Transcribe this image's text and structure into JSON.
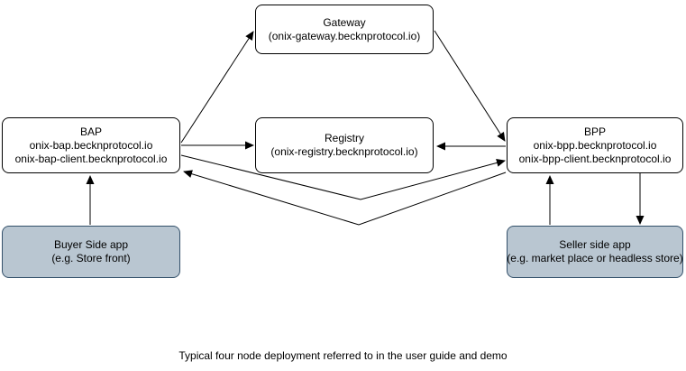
{
  "diagram": {
    "caption": "Typical four node deployment referred to in the user guide and demo",
    "nodes": {
      "gateway": {
        "title": "Gateway",
        "line2": "(onix-gateway.becknprotocol.io)"
      },
      "bap": {
        "title": "BAP",
        "line2": "onix-bap.becknprotocol.io",
        "line3": "onix-bap-client.becknprotocol.io"
      },
      "registry": {
        "title": "Registry",
        "line2": "(onix-registry.becknprotocol.io)"
      },
      "bpp": {
        "title": "BPP",
        "line2": "onix-bpp.becknprotocol.io",
        "line3": "onix-bpp-client.becknprotocol.io"
      },
      "buyer_app": {
        "title": "Buyer Side app",
        "line2": "(e.g. Store front)"
      },
      "seller_app": {
        "title": "Seller side app",
        "line2": "(e.g. market place or headless store)"
      }
    },
    "edges": [
      {
        "from": "bap",
        "to": "gateway",
        "directed": true
      },
      {
        "from": "gateway",
        "to": "bpp",
        "directed": true
      },
      {
        "from": "bap",
        "to": "registry",
        "directed": true
      },
      {
        "from": "bpp",
        "to": "registry",
        "directed": true
      },
      {
        "from": "bap",
        "to": "bpp",
        "directed": true
      },
      {
        "from": "bpp",
        "to": "bap",
        "directed": true
      },
      {
        "from": "buyer_app",
        "to": "bap",
        "directed": true
      },
      {
        "from": "seller_app",
        "to": "bpp",
        "directed": true
      },
      {
        "from": "bpp",
        "to": "seller_app",
        "directed": true
      }
    ],
    "colors": {
      "node_fill": "#ffffff",
      "node_border": "#000000",
      "app_fill": "#b9c6d1",
      "app_border": "#33506a",
      "arrow": "#000000"
    }
  }
}
